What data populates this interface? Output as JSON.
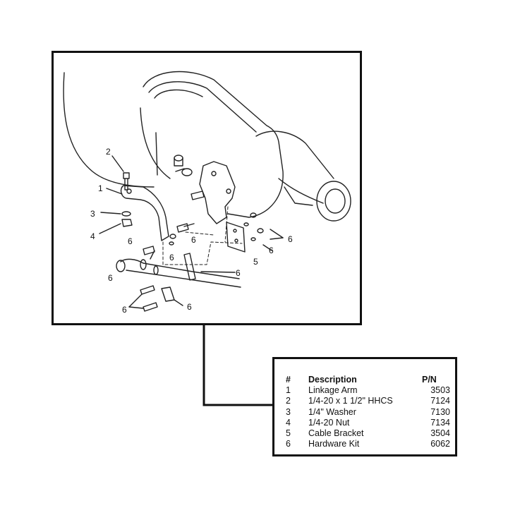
{
  "diagram": {
    "callouts": [
      "1",
      "2",
      "3",
      "4",
      "5",
      "6"
    ]
  },
  "parts_table": {
    "headers": {
      "num": "#",
      "description": "Description",
      "pn": "P/N"
    },
    "rows": [
      {
        "num": "1",
        "description": "Linkage Arm",
        "pn": "3503"
      },
      {
        "num": "2",
        "description": "1/4-20 x 1 1/2\" HHCS",
        "pn": "7124"
      },
      {
        "num": "3",
        "description": "1/4\" Washer",
        "pn": "7130"
      },
      {
        "num": "4",
        "description": "1/4-20 Nut",
        "pn": "7134"
      },
      {
        "num": "5",
        "description": "Cable Bracket",
        "pn": "3504"
      },
      {
        "num": "6",
        "description": "Hardware Kit",
        "pn": "6062"
      }
    ]
  }
}
